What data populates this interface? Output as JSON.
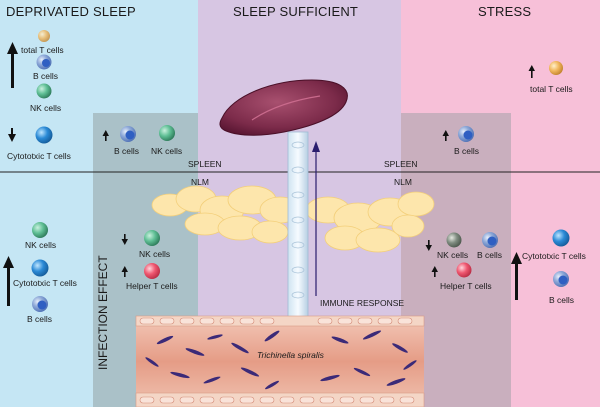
{
  "headers": {
    "left": "DEPRIVATED SLEEP",
    "center": "SLEEP SUFFICIENT",
    "right": "STRESS"
  },
  "regions": {
    "spleen": "SPLEEN",
    "nlm": "NLM",
    "infection_effect": "INFECTION EFFECT",
    "immune_response": "IMMUNE RESPONSE",
    "parasite": "Trichinella spiralis"
  },
  "left_outer_top": {
    "total_t": "total T cells",
    "b": "B cells",
    "nk": "NK cells",
    "cytotoxic_t": "Cytototxic T cells"
  },
  "left_inner_top": {
    "b": "B cells",
    "nk": "NK cells"
  },
  "left_outer_bottom": {
    "nk": "NK cells",
    "cytotoxic_t": "Cytototxic T cells",
    "b": "B cells"
  },
  "left_inner_bottom": {
    "nk": "NK cells",
    "helper_t": "Helper T cells"
  },
  "right_inner_top": {
    "b": "B cells"
  },
  "right_outer_top": {
    "total_t": "total T cells"
  },
  "right_inner_bottom": {
    "nk": "NK cells",
    "b": "B cells",
    "helper_t": "Helper T cells"
  },
  "right_outer_bottom": {
    "cytotoxic_t": "Cytototxic T cells",
    "b": "B cells"
  },
  "colors": {
    "left_panel": "#c5e6f4",
    "center_panel": "#d7c6e3",
    "right_panel": "#f7c0d8",
    "inner_left": "#aac1c8",
    "inner_right": "#c9afbe",
    "nlm_cloud": "#fbe3a8",
    "vessel": "#e9a993",
    "spleen": "#7d2e4d",
    "b_cell": "#2f6fd6",
    "nk_cell": "#3c9a6e",
    "cytotoxic_cell": "#1e7fc8",
    "helper_cell": "#e6475f",
    "total_t_cell": "#e8b25a"
  }
}
